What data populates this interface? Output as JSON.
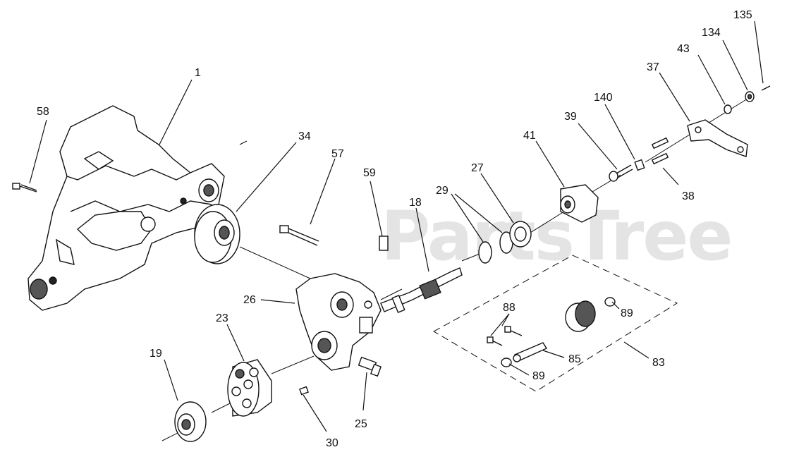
{
  "watermark": "PartsTree",
  "callouts": [
    {
      "id": "c1",
      "text": "1"
    },
    {
      "id": "c58",
      "text": "58"
    },
    {
      "id": "c34",
      "text": "34"
    },
    {
      "id": "c57",
      "text": "57"
    },
    {
      "id": "c59",
      "text": "59"
    },
    {
      "id": "c18",
      "text": "18"
    },
    {
      "id": "c29",
      "text": "29"
    },
    {
      "id": "c27",
      "text": "27"
    },
    {
      "id": "c41",
      "text": "41"
    },
    {
      "id": "c39",
      "text": "39"
    },
    {
      "id": "c140",
      "text": "140"
    },
    {
      "id": "c37",
      "text": "37"
    },
    {
      "id": "c43",
      "text": "43"
    },
    {
      "id": "c134",
      "text": "134"
    },
    {
      "id": "c135",
      "text": "135"
    },
    {
      "id": "c38",
      "text": "38"
    },
    {
      "id": "c26",
      "text": "26"
    },
    {
      "id": "c23",
      "text": "23"
    },
    {
      "id": "c19",
      "text": "19"
    },
    {
      "id": "c30",
      "text": "30"
    },
    {
      "id": "c25",
      "text": "25"
    },
    {
      "id": "c88",
      "text": "88"
    },
    {
      "id": "c89a",
      "text": "89"
    },
    {
      "id": "c85",
      "text": "85"
    },
    {
      "id": "c83",
      "text": "83"
    },
    {
      "id": "c89b",
      "text": "89"
    }
  ]
}
